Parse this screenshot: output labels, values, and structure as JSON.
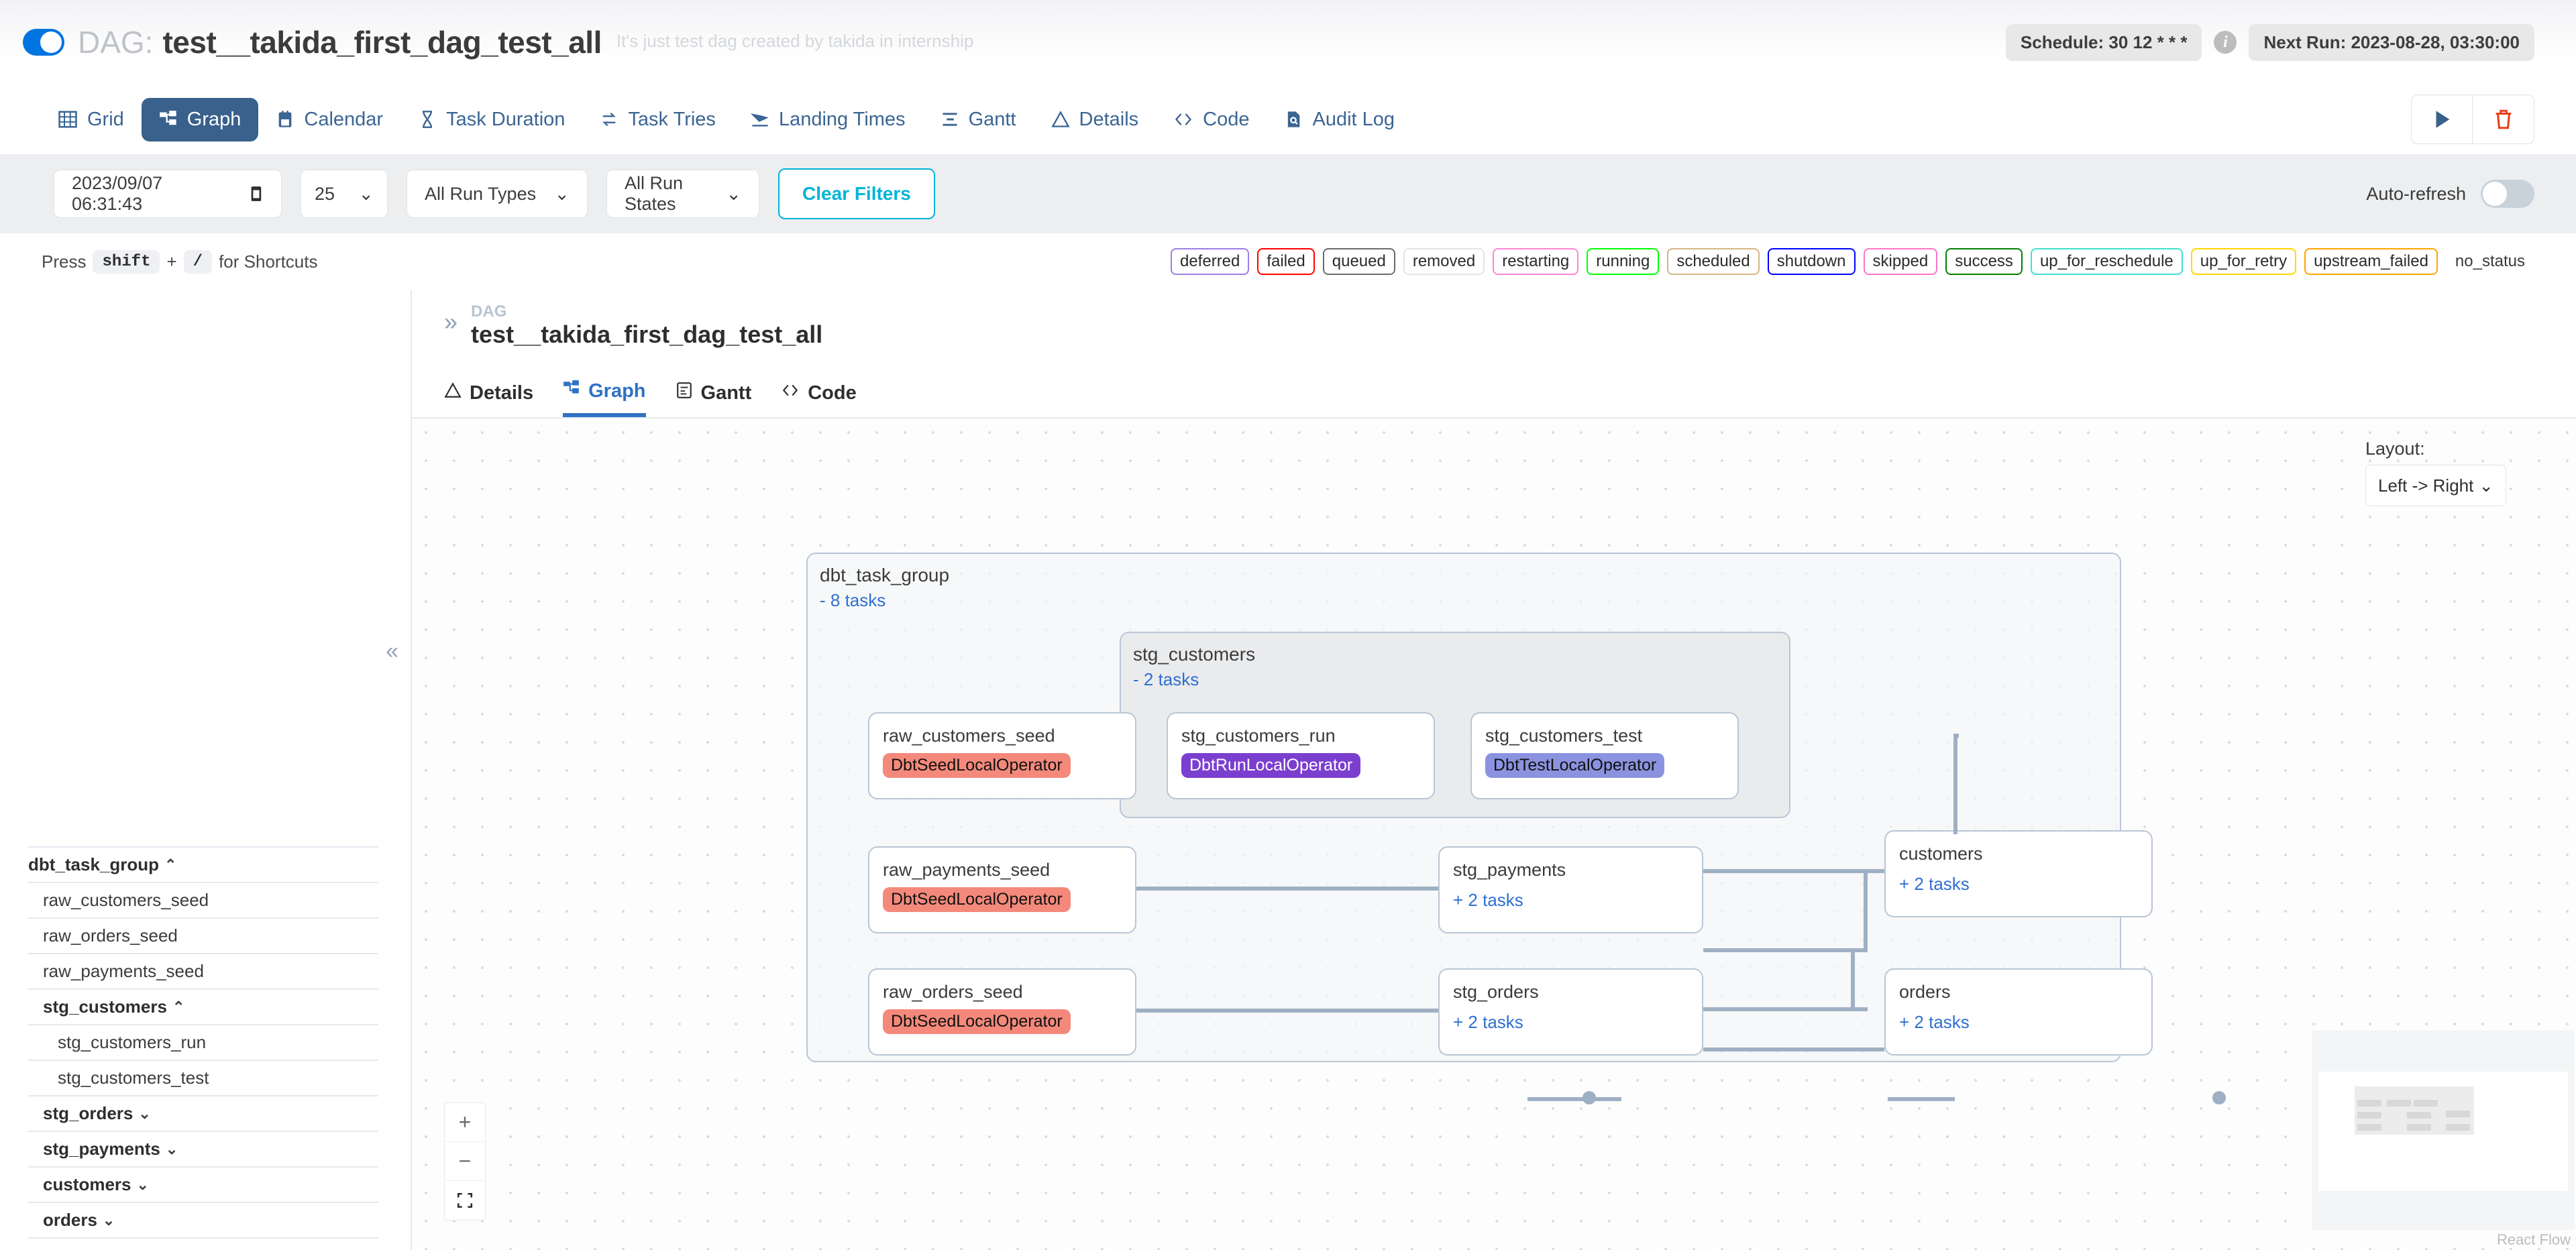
{
  "header": {
    "dag_prefix": "DAG:",
    "dag_name": "test__takida_first_dag_test_all",
    "description": "It's just test dag created by takida in internship",
    "schedule": "Schedule: 30 12 * * *",
    "next_run": "Next Run: 2023-08-28, 03:30:00",
    "info_glyph": "i",
    "toggle_state": "on"
  },
  "tabs": [
    {
      "label": "Grid",
      "icon": "grid-icon",
      "active": false
    },
    {
      "label": "Graph",
      "icon": "graph-icon",
      "active": true
    },
    {
      "label": "Calendar",
      "icon": "calendar-icon",
      "active": false
    },
    {
      "label": "Task Duration",
      "icon": "hourglass-icon",
      "active": false
    },
    {
      "label": "Task Tries",
      "icon": "retry-icon",
      "active": false
    },
    {
      "label": "Landing Times",
      "icon": "landing-icon",
      "active": false
    },
    {
      "label": "Gantt",
      "icon": "gantt-icon",
      "active": false
    },
    {
      "label": "Details",
      "icon": "triangle-icon",
      "active": false
    },
    {
      "label": "Code",
      "icon": "code-icon",
      "active": false
    },
    {
      "label": "Audit Log",
      "icon": "audit-icon",
      "active": false
    }
  ],
  "actions": {
    "trigger": "trigger-dag-button",
    "delete": "delete-dag-button"
  },
  "filters": {
    "date_value": "2023/09/07 06:31:43",
    "run_count": "25",
    "run_types": "All Run Types",
    "run_states": "All Run States",
    "clear_label": "Clear Filters",
    "auto_refresh_label": "Auto-refresh",
    "auto_refresh_on": false
  },
  "shortcut": {
    "prefix": "Press",
    "key1": "shift",
    "plus": "+",
    "key2": "/",
    "suffix": "for Shortcuts"
  },
  "legend": [
    {
      "label": "deferred",
      "color": "#9b7fe3"
    },
    {
      "label": "failed",
      "color": "#ff0000"
    },
    {
      "label": "queued",
      "color": "#6b6b6b"
    },
    {
      "label": "removed",
      "color": "#e4e4e4"
    },
    {
      "label": "restarting",
      "color": "#ff85d4"
    },
    {
      "label": "running",
      "color": "#00ff00"
    },
    {
      "label": "scheduled",
      "color": "#d4b483"
    },
    {
      "label": "shutdown",
      "color": "#0000ff"
    },
    {
      "label": "skipped",
      "color": "#ff75c3"
    },
    {
      "label": "success",
      "color": "#008000"
    },
    {
      "label": "up_for_reschedule",
      "color": "#40e0d0"
    },
    {
      "label": "up_for_retry",
      "color": "#ffd700"
    },
    {
      "label": "upstream_failed",
      "color": "#ffa500"
    },
    {
      "label": "no_status",
      "color": "transparent"
    }
  ],
  "sidebar": {
    "items": [
      {
        "label": "dbt_task_group",
        "level": 0,
        "group": true,
        "chevron": "⌃"
      },
      {
        "label": "raw_customers_seed",
        "level": 1,
        "group": false,
        "chevron": ""
      },
      {
        "label": "raw_orders_seed",
        "level": 1,
        "group": false,
        "chevron": ""
      },
      {
        "label": "raw_payments_seed",
        "level": 1,
        "group": false,
        "chevron": ""
      },
      {
        "label": "stg_customers",
        "level": 1,
        "group": true,
        "chevron": "⌃"
      },
      {
        "label": "stg_customers_run",
        "level": 2,
        "group": false,
        "chevron": ""
      },
      {
        "label": "stg_customers_test",
        "level": 2,
        "group": false,
        "chevron": ""
      },
      {
        "label": "stg_orders",
        "level": 1,
        "group": true,
        "chevron": "⌄"
      },
      {
        "label": "stg_payments",
        "level": 1,
        "group": true,
        "chevron": "⌄"
      },
      {
        "label": "customers",
        "level": 1,
        "group": true,
        "chevron": "⌄"
      },
      {
        "label": "orders",
        "level": 1,
        "group": true,
        "chevron": "⌄"
      }
    ]
  },
  "panel": {
    "kicker": "DAG",
    "title": "test__takida_first_dag_test_all",
    "tabs": [
      {
        "label": "Details",
        "icon": "triangle-icon",
        "active": false
      },
      {
        "label": "Graph",
        "icon": "graph-icon",
        "active": true
      },
      {
        "label": "Gantt",
        "icon": "gantt-icon",
        "active": false
      },
      {
        "label": "Code",
        "icon": "code-icon",
        "active": false
      }
    ]
  },
  "graph": {
    "layout_label": "Layout:",
    "layout_value": "Left -> Right",
    "attribution": "React Flow",
    "zoom_controls": {
      "in": "+",
      "out": "−",
      "fit": "fit-view"
    },
    "groups": [
      {
        "name": "dbt_task_group",
        "sub": "- 8 tasks"
      },
      {
        "name": "stg_customers",
        "sub": "- 2 tasks"
      }
    ],
    "nodes": [
      {
        "name": "raw_customers_seed",
        "operator": "DbtSeedLocalOperator",
        "operator_color": "#f4897b",
        "sub": ""
      },
      {
        "name": "stg_customers_run",
        "operator": "DbtRunLocalOperator",
        "operator_color": "#7b3fcf",
        "sub": ""
      },
      {
        "name": "stg_customers_test",
        "operator": "DbtTestLocalOperator",
        "operator_color": "#8b93e0",
        "sub": ""
      },
      {
        "name": "raw_payments_seed",
        "operator": "DbtSeedLocalOperator",
        "operator_color": "#f4897b",
        "sub": ""
      },
      {
        "name": "stg_payments",
        "operator": "",
        "operator_color": "",
        "sub": "+ 2 tasks"
      },
      {
        "name": "customers",
        "operator": "",
        "operator_color": "",
        "sub": "+ 2 tasks"
      },
      {
        "name": "raw_orders_seed",
        "operator": "DbtSeedLocalOperator",
        "operator_color": "#f4897b",
        "sub": ""
      },
      {
        "name": "stg_orders",
        "operator": "",
        "operator_color": "",
        "sub": "+ 2 tasks"
      },
      {
        "name": "orders",
        "operator": "",
        "operator_color": "",
        "sub": "+ 2 tasks"
      }
    ]
  }
}
